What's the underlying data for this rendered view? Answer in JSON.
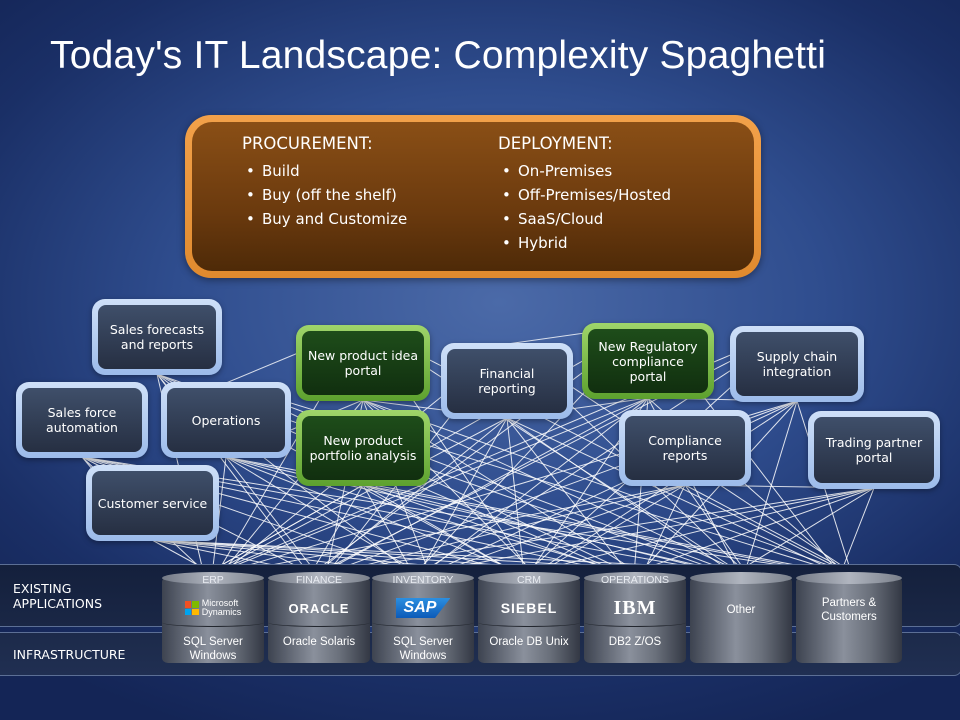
{
  "title": "Today's IT Landscape: Complexity Spaghetti",
  "panel": {
    "procurement": {
      "heading": "PROCUREMENT:",
      "items": [
        "Build",
        "Buy (off the shelf)",
        "Buy and Customize"
      ]
    },
    "deployment": {
      "heading": "DEPLOYMENT:",
      "items": [
        "On-Premises",
        "Off-Premises/Hosted",
        "SaaS/Cloud",
        "Hybrid"
      ]
    }
  },
  "boxes": {
    "sales_forecasts": "Sales forecasts and reports",
    "sales_force": "Sales force automation",
    "operations": "Operations",
    "customer_service": "Customer service",
    "product_idea": "New product idea portal",
    "product_portfolio": "New product portfolio analysis",
    "financial": "Financial reporting",
    "regulatory": "New Regulatory compliance portal",
    "supply_chain": "Supply chain integration",
    "compliance": "Compliance reports",
    "trading": "Trading partner portal"
  },
  "bands": {
    "apps": "EXISTING APPLICATIONS",
    "infra": "INFRASTRUCTURE"
  },
  "systems": {
    "erp": {
      "tag": "ERP",
      "logo_top": "Microsoft",
      "logo_bottom": "Dynamics",
      "infra": "SQL Server Windows"
    },
    "finance": {
      "tag": "FINANCE",
      "logo": "ORACLE",
      "infra": "Oracle Solaris"
    },
    "inventory": {
      "tag": "INVENTORY",
      "logo": "SAP",
      "infra": "SQL Server Windows"
    },
    "crm": {
      "tag": "CRM",
      "logo": "SIEBEL",
      "infra": "Oracle DB Unix"
    },
    "operations": {
      "tag": "OPERATIONS",
      "logo": "IBM",
      "infra": "DB2 Z/OS"
    },
    "other": {
      "label": "Other"
    },
    "partners": {
      "label": "Partners & Customers"
    }
  },
  "colors": {
    "panel_border": "#f0a046",
    "panel_fill": "#6b3a0e",
    "box_border_blue": "#b8cff0",
    "box_border_green": "#7cc04a",
    "line": "#ffffff"
  }
}
